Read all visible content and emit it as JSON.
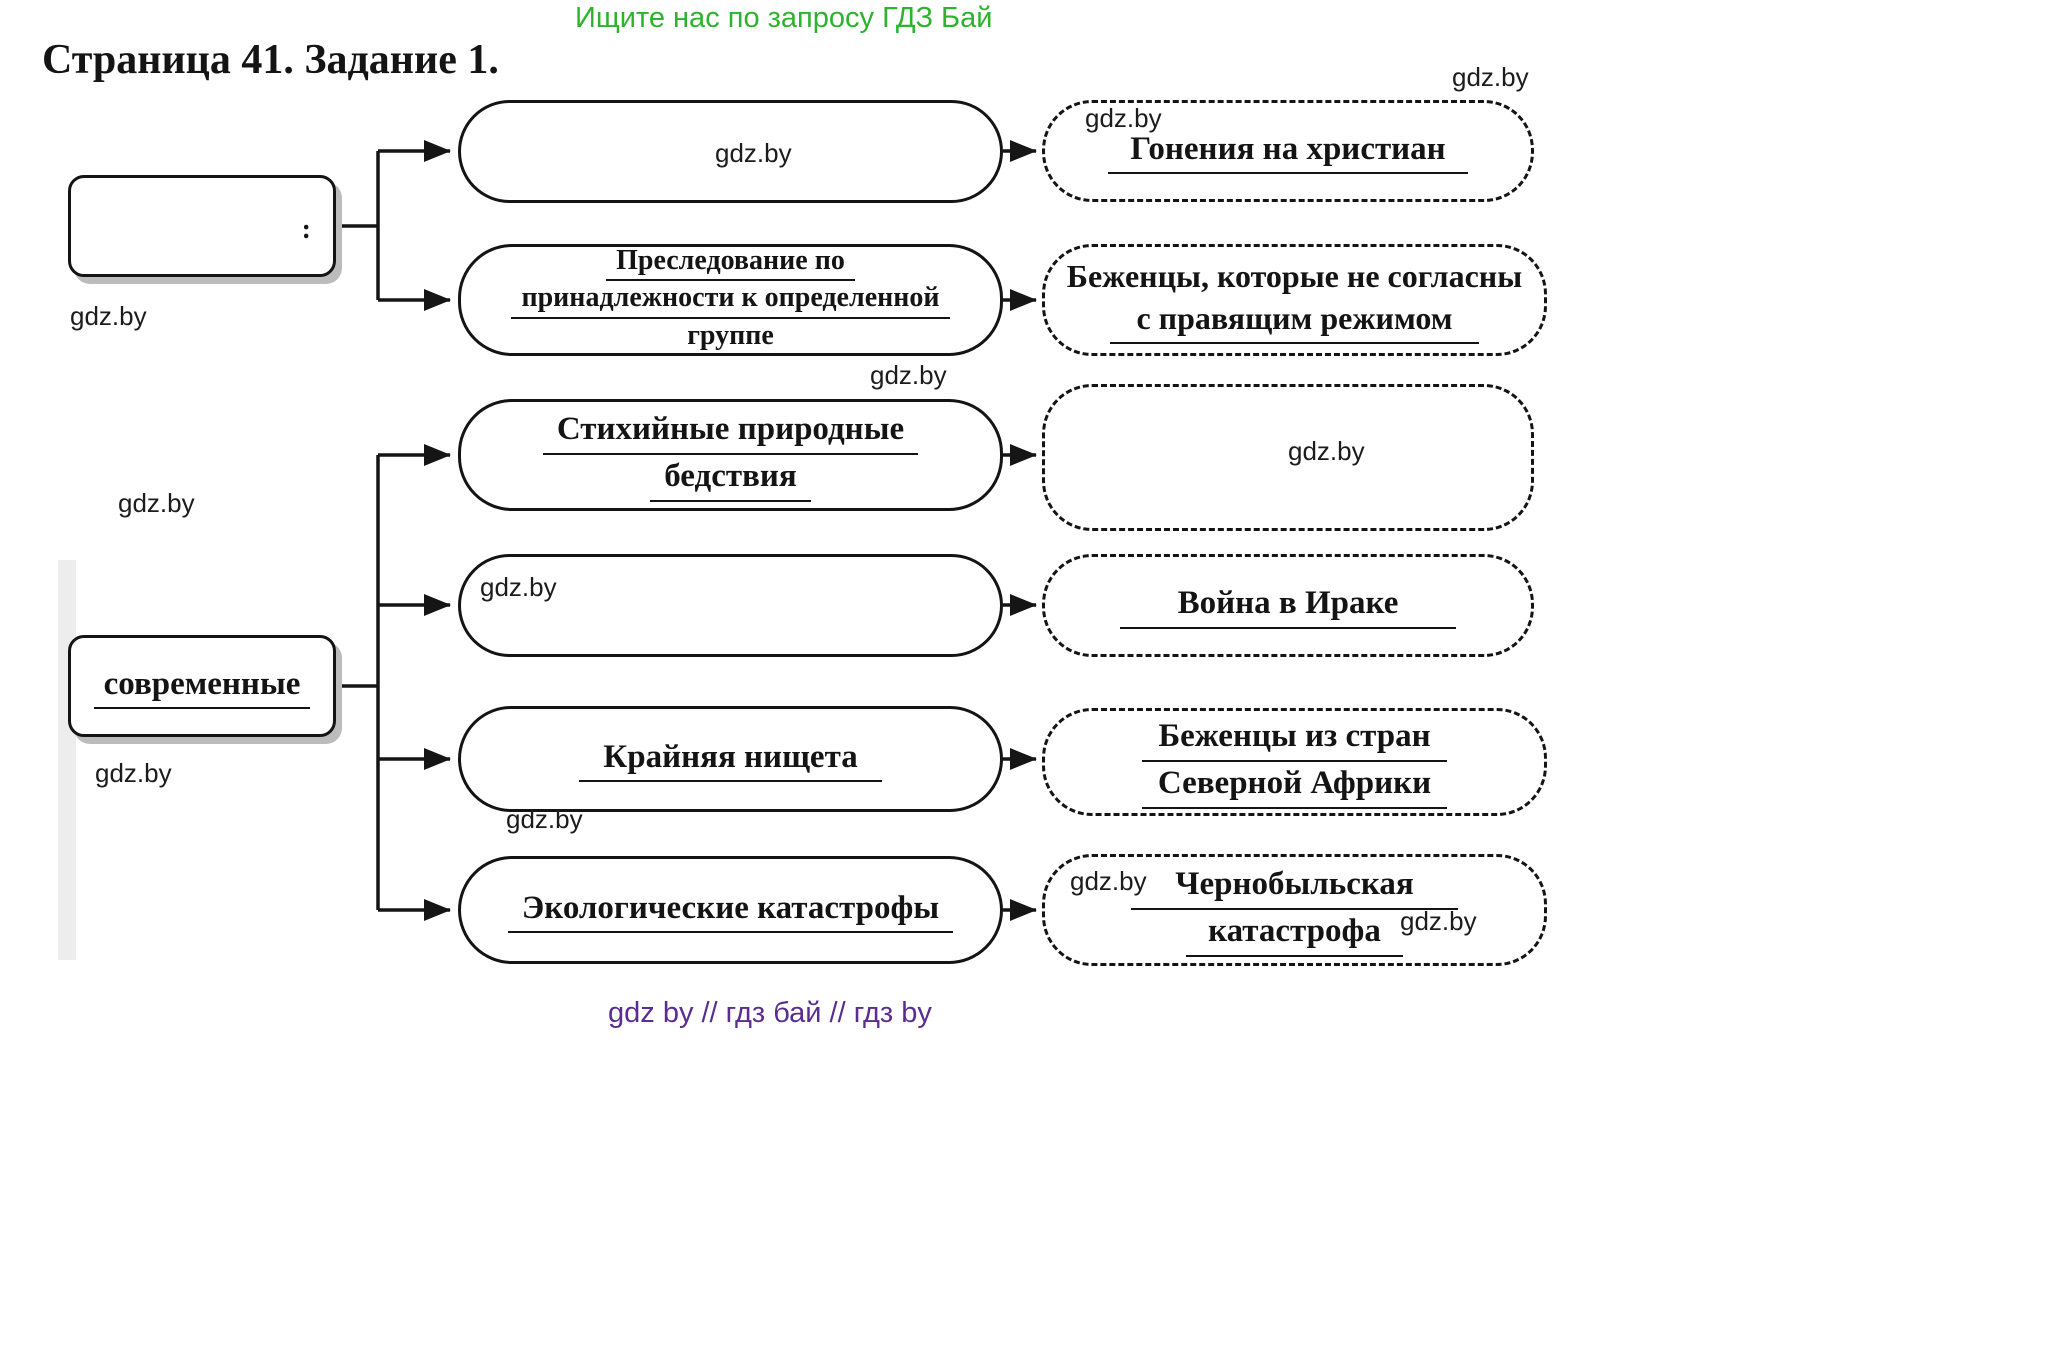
{
  "page": {
    "promo_header": "Ищите нас по запросу ГДЗ Бай",
    "title": "Страница 41. Задание 1.",
    "watermark": "gdz.by",
    "footer": "gdz by  //  гдз бай  //  гдз by",
    "colors": {
      "promo_green": "#2db32d",
      "footer_purple": "#5a2d91",
      "ink": "#141414"
    }
  },
  "diagram": {
    "left_nodes": [
      {
        "label": ":"
      },
      {
        "label": "современные"
      }
    ],
    "rows": [
      {
        "middle_lines": [],
        "right_lines": [
          "Гонения на христиан"
        ]
      },
      {
        "middle_lines": [
          "Преследование по",
          "принадлежности к определенной",
          "группе"
        ],
        "right_lines": [
          "Беженцы, которые не согласны",
          "с правящим режимом"
        ]
      },
      {
        "middle_lines": [
          "Стихийные природные",
          "бедствия"
        ],
        "right_lines": []
      },
      {
        "middle_lines": [],
        "right_lines": [
          "Война в Ираке"
        ]
      },
      {
        "middle_lines": [
          "Крайняя нищета"
        ],
        "right_lines": [
          "Беженцы из стран",
          "Северной Африки"
        ]
      },
      {
        "middle_lines": [
          "Экологические катастрофы"
        ],
        "right_lines": [
          "Чернобыльская",
          "катастрофа"
        ]
      }
    ]
  }
}
